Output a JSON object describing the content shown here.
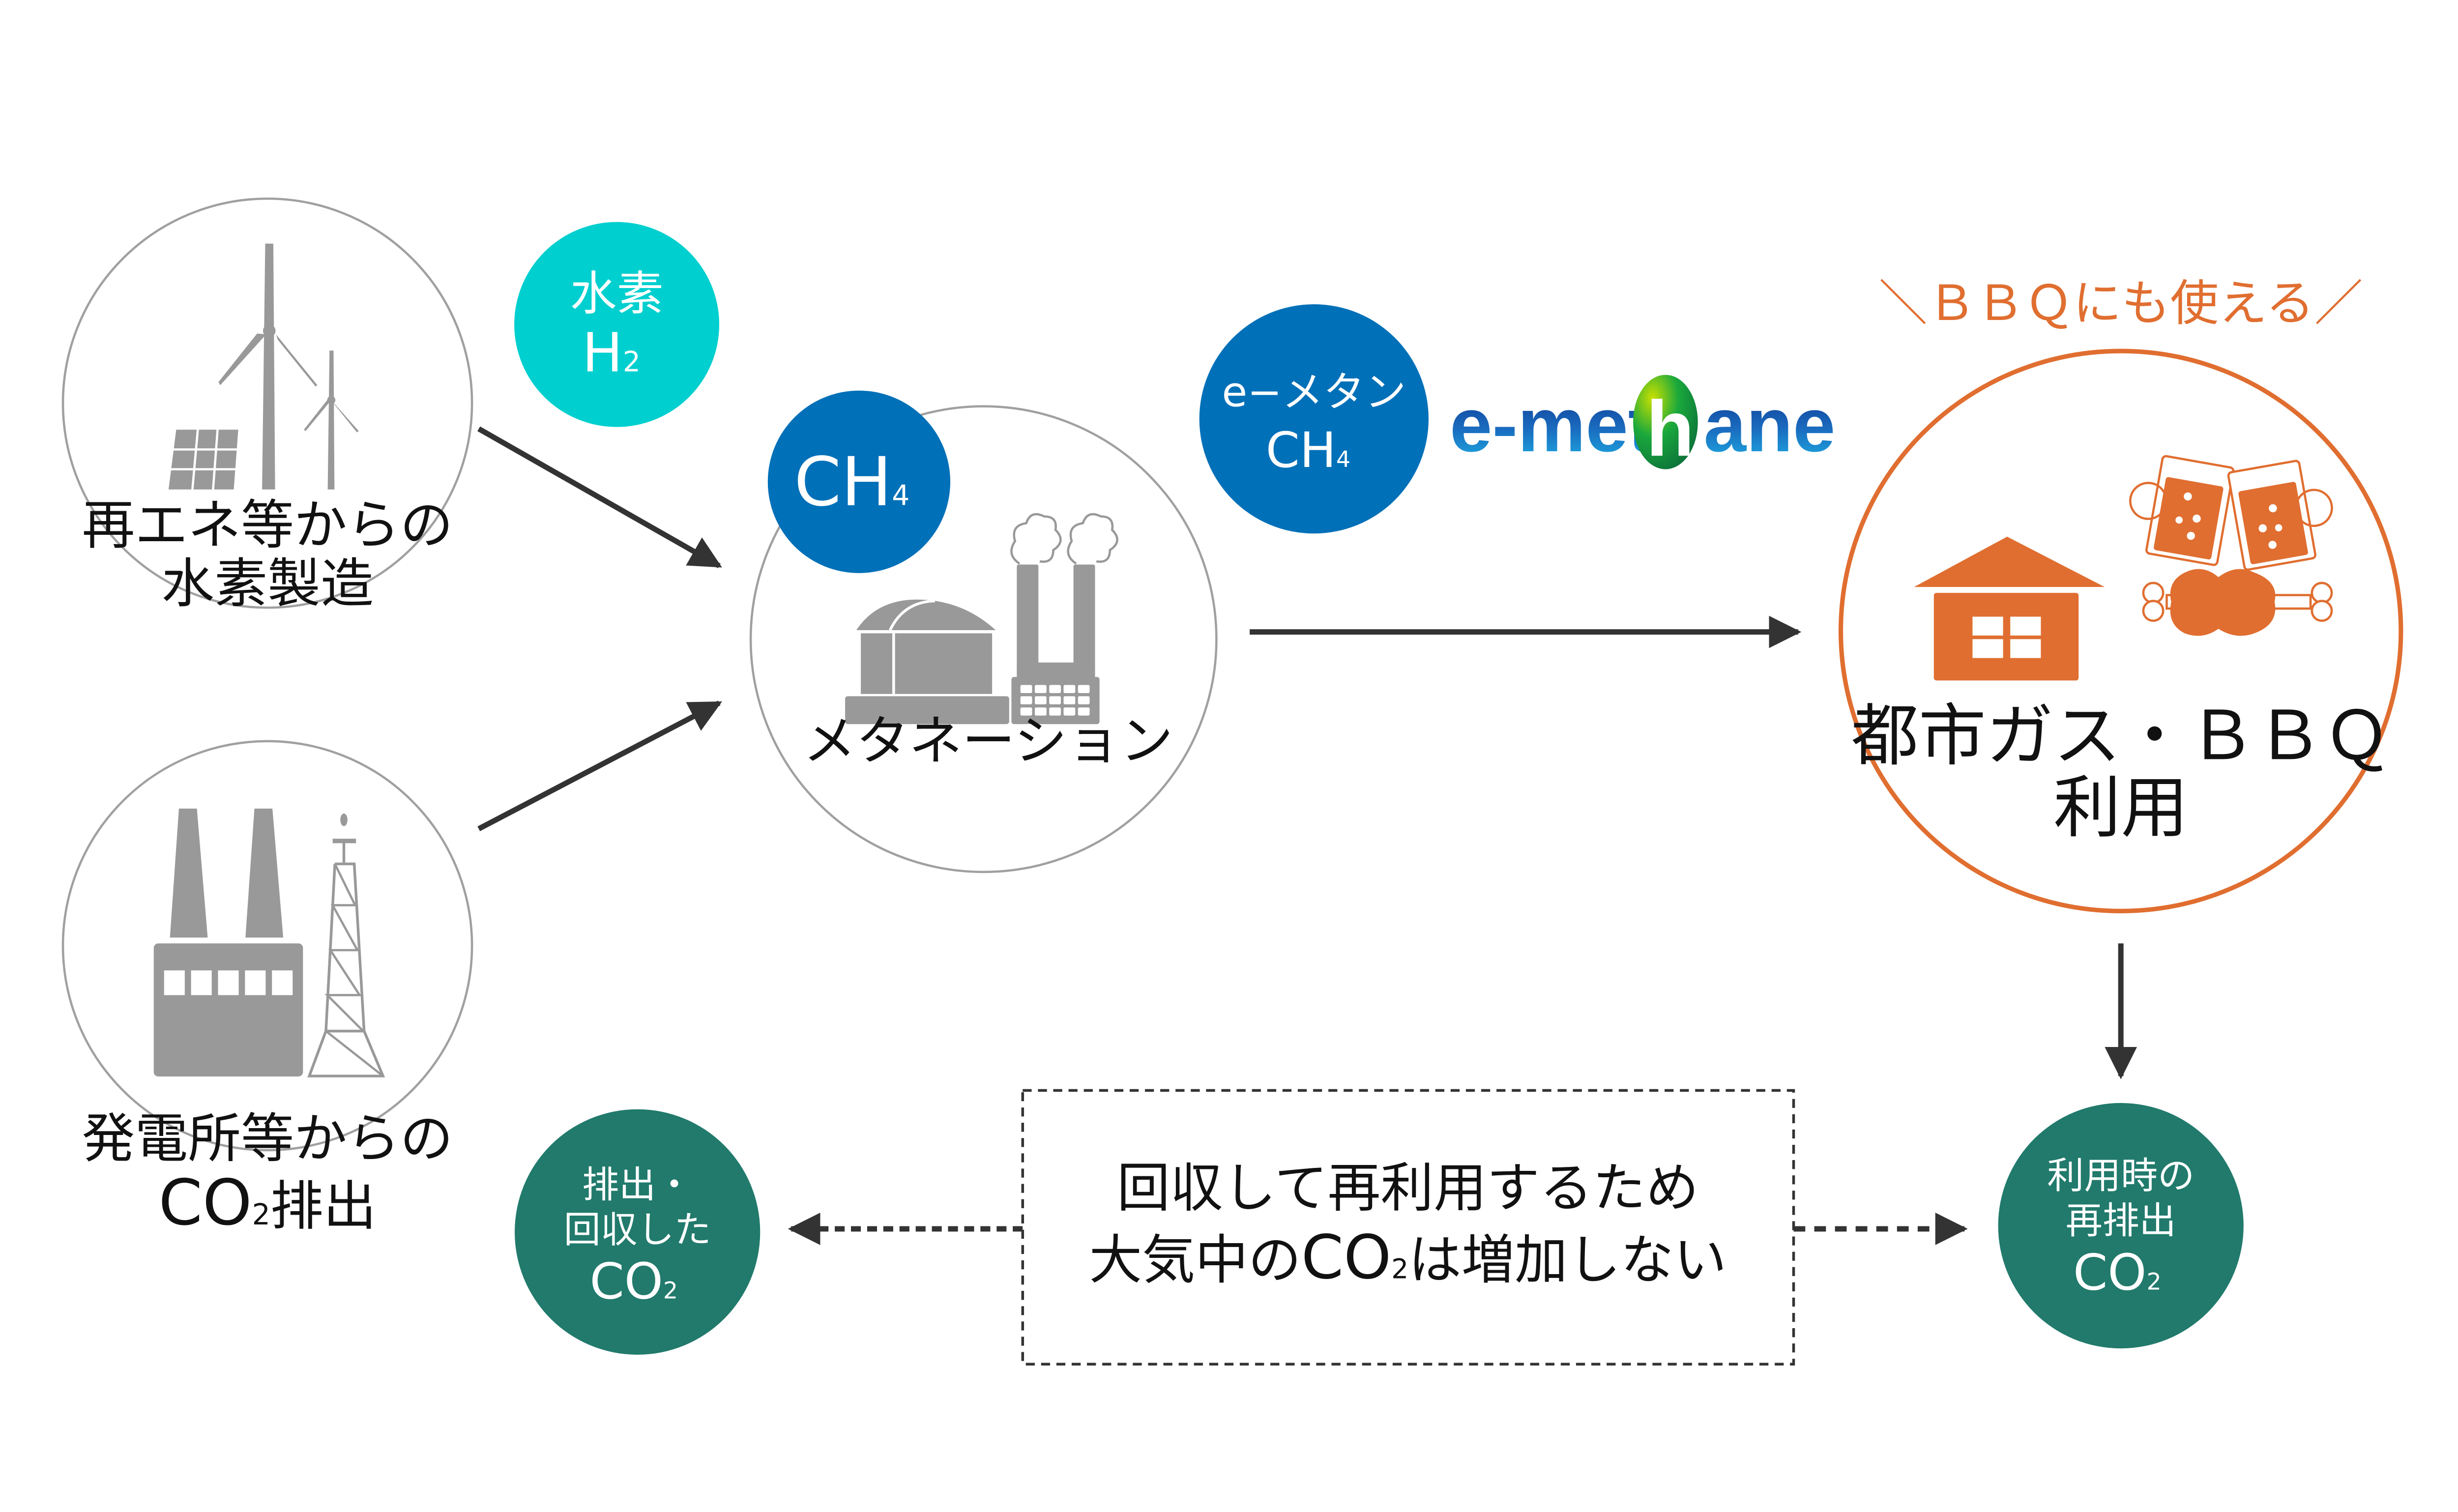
{
  "colors": {
    "gray_icon": "#999999",
    "gray_stroke": "#a0a0a0",
    "teal": "#00cfcf",
    "blue": "#0070b8",
    "orange": "#e06e30",
    "green": "#217a6c",
    "arrow": "#333333",
    "text": "#111111"
  },
  "nodes": {
    "renewable": {
      "line1": "再エネ等からの",
      "line2": "水素製造",
      "icon": "wind-solar-icon"
    },
    "hydrogen": {
      "line1": "水素",
      "formula": "H",
      "sub": "2"
    },
    "power_plant": {
      "line1": "発電所等からの",
      "line2_prefix": "CO",
      "line2_sub": "2",
      "line2_suffix": "排出",
      "icon": "factory-tower-icon"
    },
    "methanation": {
      "label": "メタネーション",
      "icon": "methanation-plant-icon"
    },
    "ch4": {
      "formula": "CH",
      "sub": "4"
    },
    "e_methane": {
      "line1": "e−メタン",
      "formula": "CH",
      "sub": "4"
    },
    "logo": {
      "part1": "e-met",
      "h": "h",
      "part2": "ane"
    },
    "usage": {
      "tagline": "＼ＢＢＱにも使える／",
      "line1": "都市ガス・ＢＢＱ",
      "line2": "利用",
      "icons": [
        "house-icon",
        "beer-mugs-icon",
        "meat-icon"
      ]
    },
    "recovered_co2": {
      "line1": "排出・",
      "line2": "回収した",
      "formula": "CO",
      "sub": "2"
    },
    "reemitted_co2": {
      "line1": "利用時の",
      "line2": "再排出",
      "formula": "CO",
      "sub": "2"
    },
    "note": {
      "line1": "回収して再利用するため",
      "line2_prefix": "大気中の",
      "line2_formula": "CO",
      "line2_sub": "2",
      "line2_suffix": "は増加しない"
    }
  }
}
